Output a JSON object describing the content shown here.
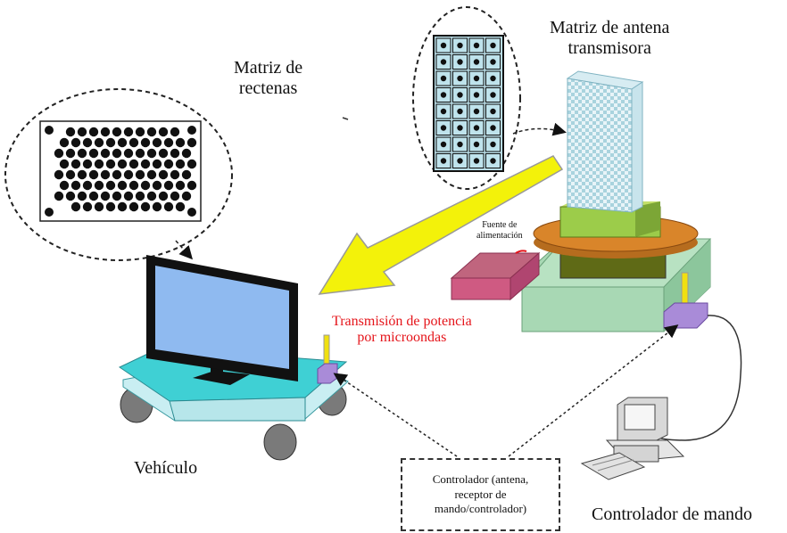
{
  "labels": {
    "matriz_rectenas": "Matriz de\nrectenas",
    "matriz_antena": "Matriz de antena\ntransmisora",
    "fuente": "Fuente de\nalimentación",
    "transmision": "Transmisión de potencia\npor microondas",
    "vehiculo": "Vehículo",
    "controlador_antena": "Controlador (antena,\nreceptor de\nmando/controlador)",
    "controlador_mando": "Controlador de mando"
  },
  "colors": {
    "arrow_yellow": "#f3f20a",
    "vehicle_cyan": "#3fd0d4",
    "base_green": "#a8d8b4",
    "ring_orange": "#d9852a",
    "block_green": "#9ccc4a",
    "power_pink": "#cf5a82",
    "screen_blue": "#8fbaf0",
    "controller_purple": "#a98bd8",
    "mast_yellow": "#f0e010",
    "red_text": "#e5141a"
  }
}
